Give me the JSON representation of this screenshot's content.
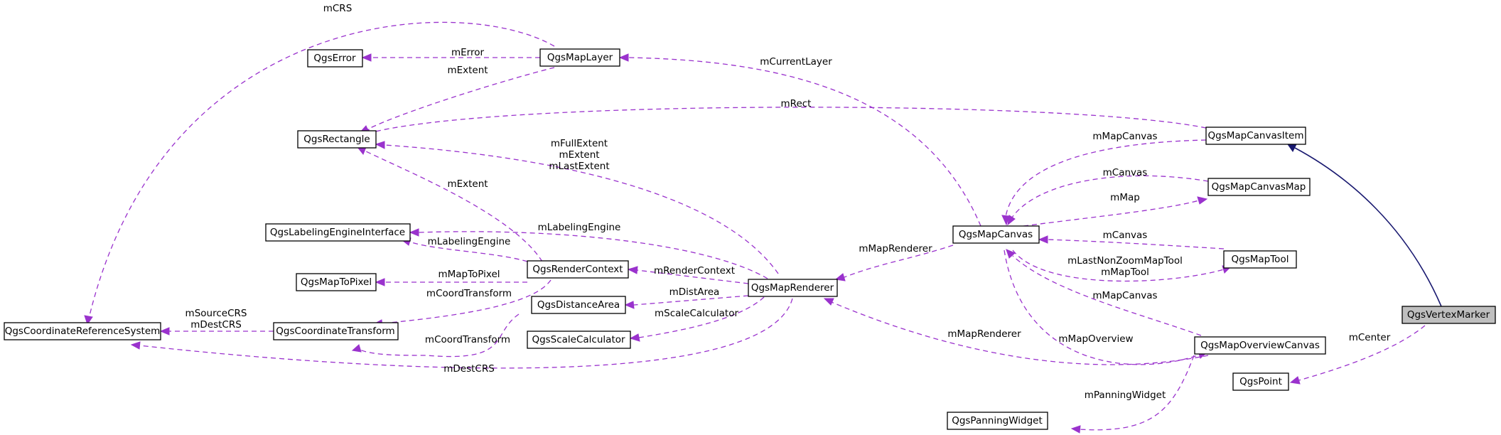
{
  "nodes": {
    "crs": "QgsCoordinateReferenceSystem",
    "error": "QgsError",
    "maplayer": "QgsMapLayer",
    "rectangle": "QgsRectangle",
    "labeling": "QgsLabelingEngineInterface",
    "maptopixel": "QgsMapToPixel",
    "coordtransform": "QgsCoordinateTransform",
    "rendercontext": "QgsRenderContext",
    "distancearea": "QgsDistanceArea",
    "scalecalculator": "QgsScaleCalculator",
    "maprenderer": "QgsMapRenderer",
    "mapcanvas": "QgsMapCanvas",
    "panningwidget": "QgsPanningWidget",
    "mapcanvasitem": "QgsMapCanvasItem",
    "mapcanvasmap": "QgsMapCanvasMap",
    "maptool": "QgsMapTool",
    "mapoverviewcanvas": "QgsMapOverviewCanvas",
    "vertexmarker": "QgsVertexMarker",
    "point": "QgsPoint"
  },
  "edges": {
    "e_crs_maplayer": [
      "mCRS"
    ],
    "e_error_maplayer": [
      "mError"
    ],
    "e_rect_maplayer": [
      "mExtent"
    ],
    "e_maplayer_canvas": [
      "mCurrentLayer"
    ],
    "e_rect_canvasitem": [
      "mRect"
    ],
    "e_rect_renderer": [
      "mFullExtent",
      "mExtent",
      "mLastExtent"
    ],
    "e_rect_context": [
      "mExtent"
    ],
    "e_labeling_renderer": [
      "mLabelingEngine"
    ],
    "e_labeling_context": [
      "mLabelingEngine"
    ],
    "e_maptopixel_context": [
      "mMapToPixel"
    ],
    "e_coordtransform_context": [
      "mCoordTransform"
    ],
    "e_crs_coordtransform": [
      "mSourceCRS",
      "mDestCRS"
    ],
    "e_coordtransform_distance": [
      "mCoordTransform"
    ],
    "e_crs_renderer": [
      "mDestCRS"
    ],
    "e_context_renderer": [
      "mRenderContext"
    ],
    "e_distance_renderer": [
      "mDistArea"
    ],
    "e_scale_renderer": [
      "mScaleCalculator"
    ],
    "e_renderer_canvas": [
      "mMapRenderer"
    ],
    "e_renderer_overview": [
      "mMapRenderer"
    ],
    "e_canvas_canvasitem": [
      "mMapCanvas"
    ],
    "e_canvas_canvasmap": [
      "mCanvas"
    ],
    "e_canvasmap_canvas": [
      "mMap"
    ],
    "e_canvas_maptool": [
      "mCanvas"
    ],
    "e_maptool_canvas": [
      "mLastNonZoomMapTool",
      "mMapTool"
    ],
    "e_canvas_overview": [
      "mMapCanvas"
    ],
    "e_overview_canvas": [
      "mMapOverview"
    ],
    "e_panning_overview": [
      "mPanningWidget"
    ],
    "e_point_vertex": [
      "mCenter"
    ]
  }
}
